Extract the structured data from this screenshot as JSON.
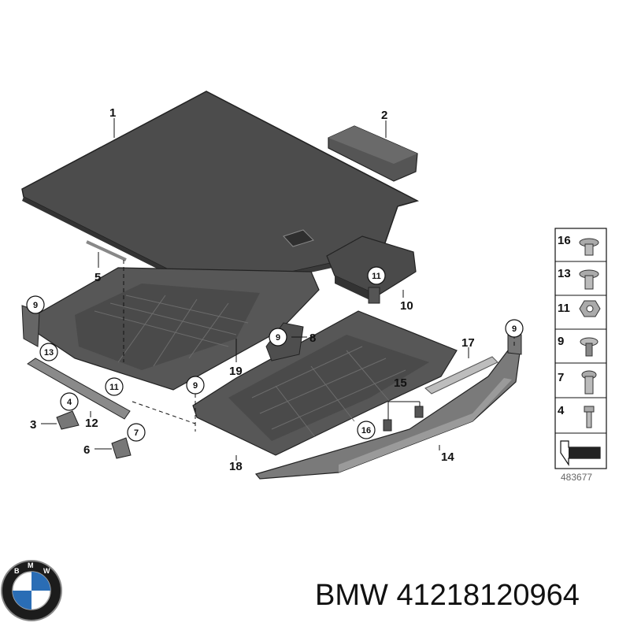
{
  "caption": {
    "brand": "BMW",
    "part_number": "41218120964"
  },
  "logo": {
    "letters": [
      "B",
      "M",
      "W"
    ]
  },
  "diagram": {
    "ref_number": "483677",
    "labels": {
      "l1": "1",
      "l2": "2",
      "l3": "3",
      "l5": "5",
      "l6": "6",
      "l8": "8",
      "l10": "10",
      "l12": "12",
      "l14": "14",
      "l15": "15",
      "l17": "17",
      "l18": "18",
      "l19": "19"
    },
    "callouts": {
      "c4": "4",
      "c7": "7",
      "c9a": "9",
      "c9b": "9",
      "c9c": "9",
      "c9d": "9",
      "c11a": "11",
      "c11b": "11",
      "c13": "13",
      "c16": "16"
    },
    "legend": [
      "16",
      "13",
      "11",
      "9",
      "7",
      "4"
    ]
  },
  "colors": {
    "panel": "#4a4a4a",
    "panel_edge": "#2a2a2a",
    "tub": "#555555",
    "metal": "#9a9a9a"
  }
}
